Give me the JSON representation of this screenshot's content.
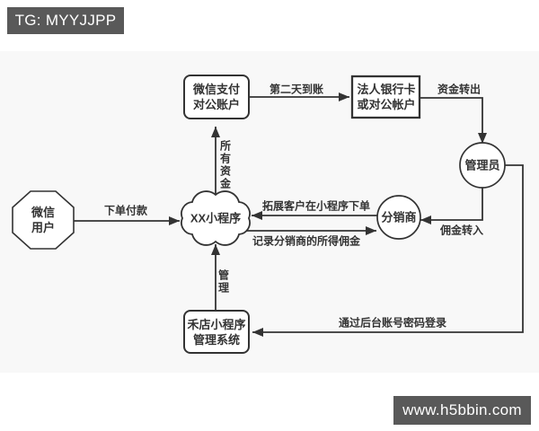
{
  "badges": {
    "telegram": "TG: MYYJJPP",
    "website": "www.h5bbin.com"
  },
  "diagram": {
    "nodes": {
      "wechat_user": "微信\n用户",
      "wechat_pay_account": "微信支付\n对公账户",
      "corporate_bank_card": "法人银行卡\n或对公帐户",
      "admin": "管理员",
      "distributor": "分销商",
      "mini_program": "XX小程序",
      "management_system": "禾店小程序\n管理系统"
    },
    "edges": {
      "place_order_pay": "下单付款",
      "next_day_arrival": "第二天到账",
      "funds_transfer_out": "资金转出",
      "all_funds": "所有资金",
      "expand_customers_order": "拓展客户在小程序下单",
      "record_distributor_commission": "记录分销商的所得佣金",
      "commission_transfer_in": "佣金转入",
      "manage": "管理",
      "backend_account_login": "通过后台账号密码登录"
    },
    "colors": {
      "line": "#333333",
      "node_fill": "#ffffff",
      "canvas_bg": "#f8f8f8",
      "badge_bg": "#595959",
      "badge_text": "#ffffff"
    }
  }
}
